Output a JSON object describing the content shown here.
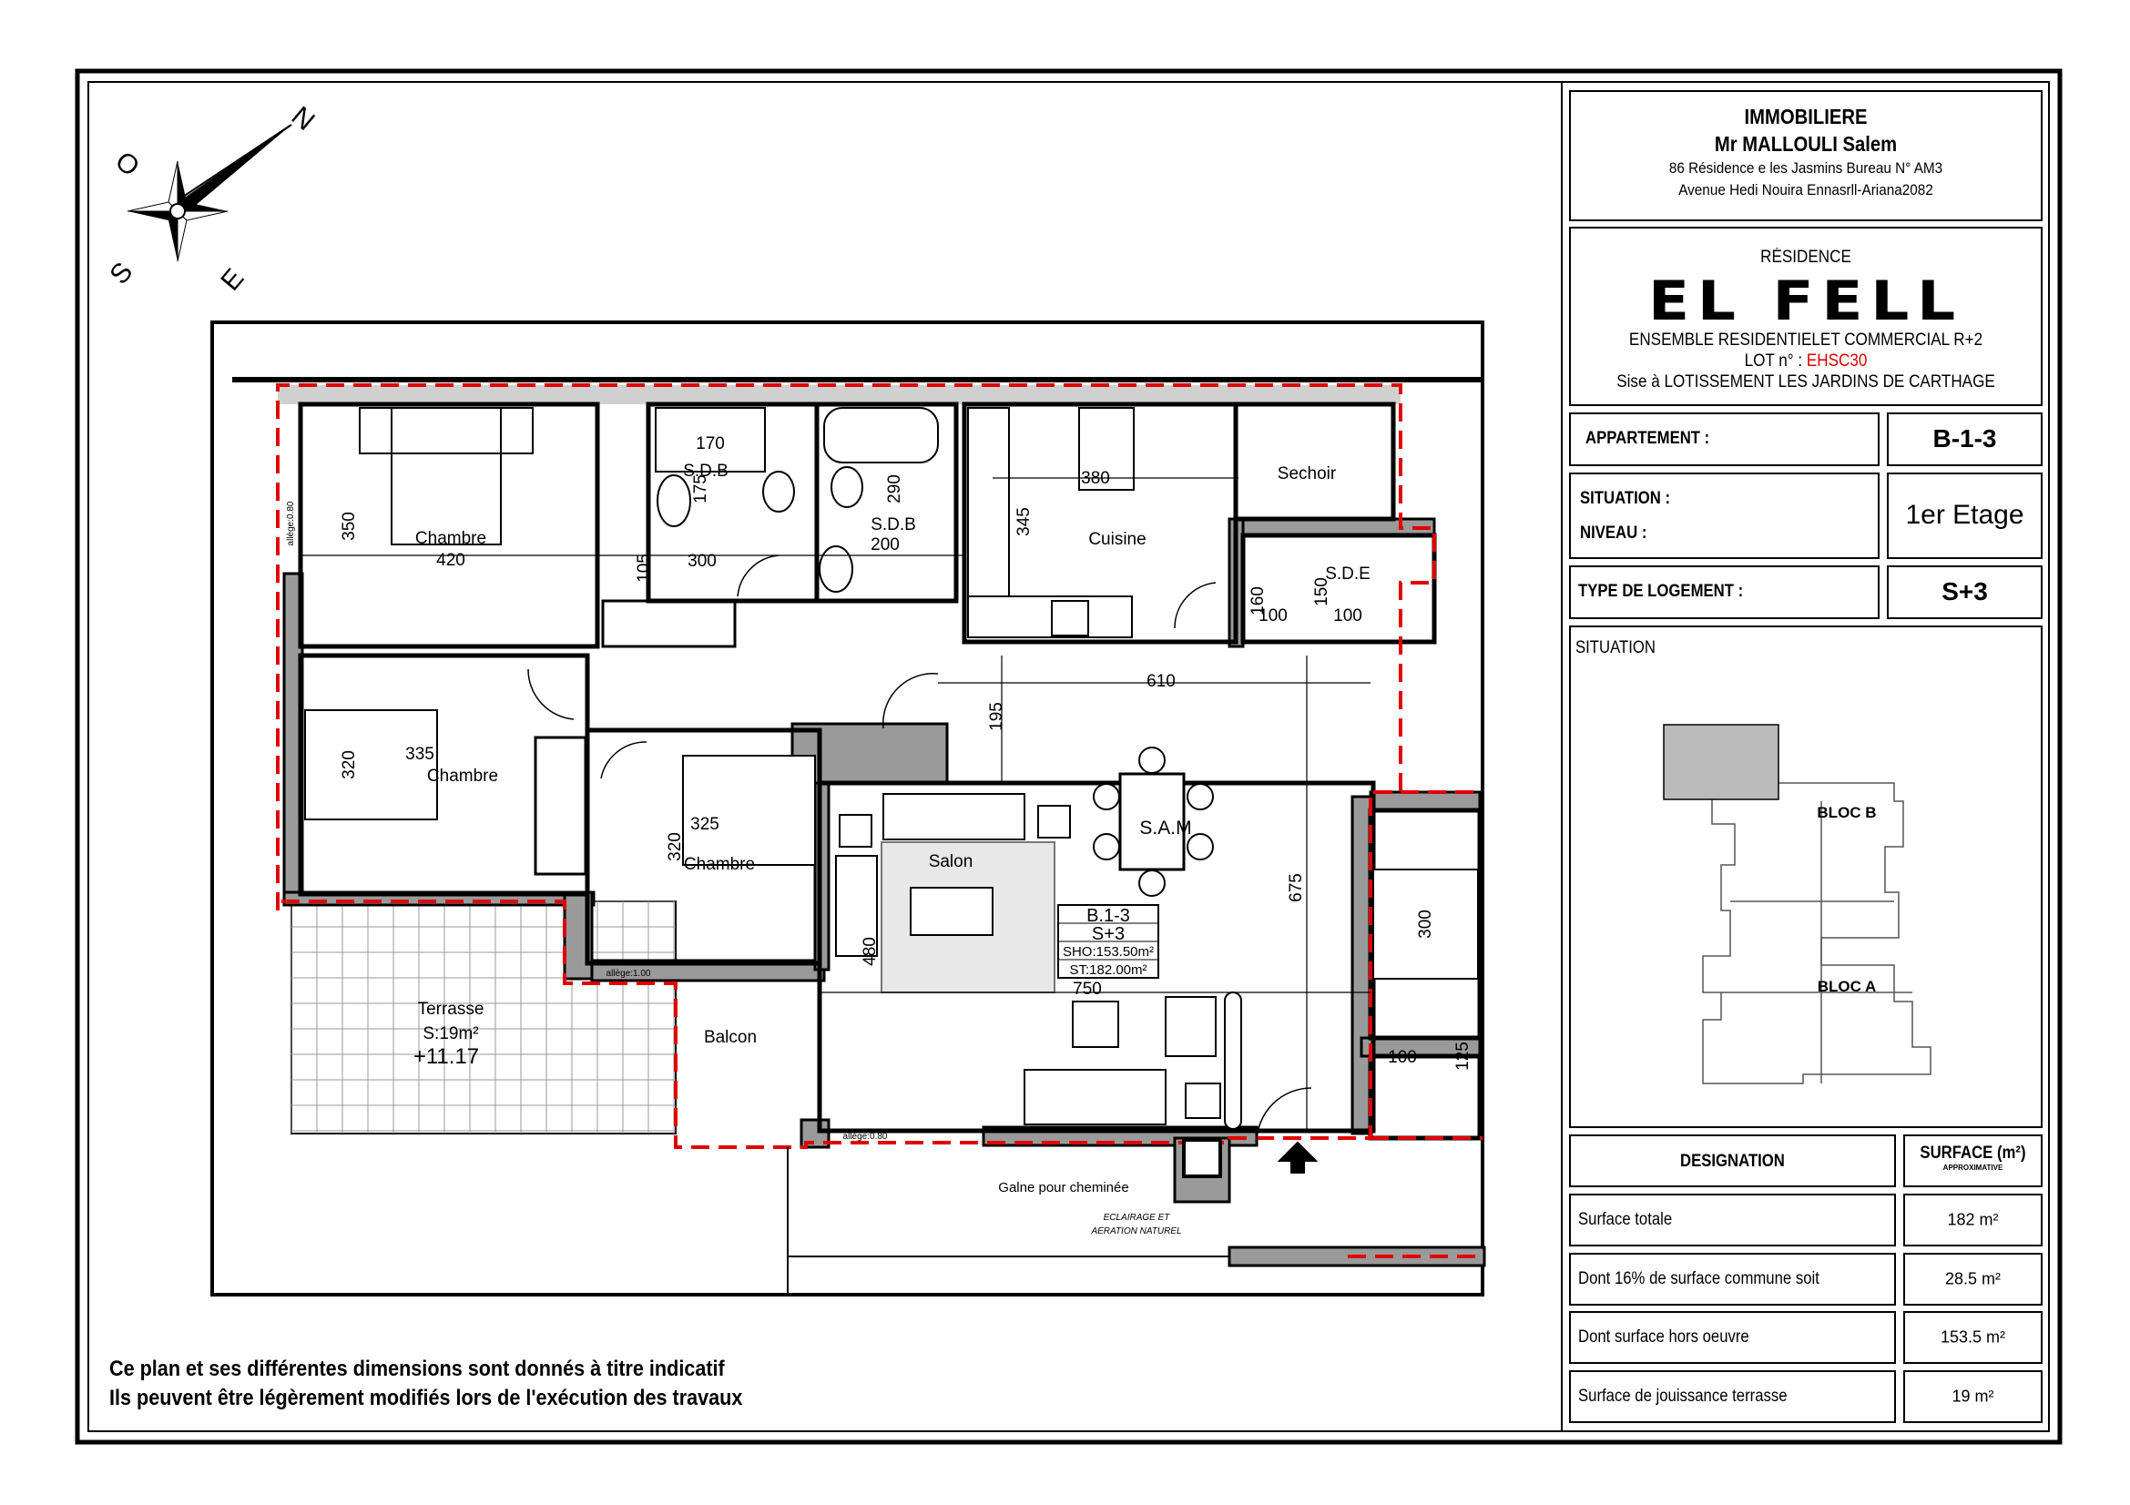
{
  "company": {
    "line1": "IMMOBILIERE",
    "line2": "Mr MALLOULI Salem",
    "address1": "86  Résidence e les Jasmins Bureau N° AM3",
    "address2": "Avenue Hedi Nouira Ennasrll-Ariana2082"
  },
  "project": {
    "kicker": "RÉSIDENCE",
    "name": "EL FELL",
    "subtitle": "ENSEMBLE RESIDENTIELET COMMERCIAL  R+2",
    "lot_label": "LOT n° : ",
    "lot_value": "EHSC30",
    "location": "Sise à  LOTISSEMENT  LES JARDINS DE CARTHAGE"
  },
  "info": {
    "appartement_label": "APPARTEMENT :",
    "appartement_value": "B-1-3",
    "situation_label": "SITUATION :",
    "niveau_label": "NIVEAU :",
    "niveau_value": "1er Etage",
    "type_label": "TYPE DE LOGEMENT :",
    "type_value": "S+3",
    "situation_map_label": "SITUATION",
    "bloc_b": "BLOC B",
    "bloc_a": "BLOC A"
  },
  "colors": {
    "accent_red": "#e00000",
    "wall_gray": "#9a9a9a"
  },
  "surface_table": {
    "header_designation": "DESIGNATION",
    "header_surface": "SURFACE (m²)",
    "header_surface_note": "APPROXIMATIVE",
    "rows": [
      {
        "label": "Surface totale",
        "value": "182 m²"
      },
      {
        "label": "Dont 16% de surface commune soit",
        "value": "28.5 m²"
      },
      {
        "label": "Dont surface hors oeuvre",
        "value": "153.5 m²"
      },
      {
        "label": "Surface de jouissance terrasse",
        "value": "19 m²"
      }
    ]
  },
  "footer": {
    "line1": "Ce plan et ses différentes dimensions sont donnés à titre indicatif",
    "line2": "Ils peuvent être légèrement modifiés lors de l'exécution des travaux"
  },
  "compass": {
    "n": "N",
    "o": "O",
    "s": "S",
    "e": "E"
  },
  "plan": {
    "chambre1": {
      "name": "Chambre",
      "width": "420",
      "depth": "350"
    },
    "sdb1": {
      "name": "S.D.B",
      "w": "170",
      "d": "175"
    },
    "sdb2": {
      "name": "S.D.B",
      "w": "200",
      "d": "290"
    },
    "corridor": {
      "a": "105",
      "b": "300"
    },
    "cuisine": {
      "name": "Cuisine",
      "w": "380",
      "d": "345"
    },
    "sechoir": {
      "name": "Sechoir"
    },
    "sde": {
      "name": "S.D.E",
      "d1": "160",
      "w1": "100",
      "d2": "150",
      "w2": "100"
    },
    "hall": {
      "w": "610",
      "d": "195"
    },
    "chambre2": {
      "name": "Chambre",
      "w": "335",
      "d": "320"
    },
    "chambre3": {
      "name": "Chambre",
      "w": "325",
      "d": "320"
    },
    "salon": {
      "name": "Salon",
      "d": "480",
      "w": "750",
      "d2": "675"
    },
    "sam": {
      "name": "S.A.M"
    },
    "unit_tag": {
      "id": "B.1-3",
      "type": "S+3",
      "sho": "SHO:153.50m²",
      "st": "ST:182.00m²"
    },
    "terrasse": {
      "name": "Terrasse",
      "area": "S:19m²",
      "level": "+11.17"
    },
    "balcon": {
      "name": "Balcon"
    },
    "gaine": "Galne pour cheminée",
    "eclairage1": "ECLAIRAGE ET",
    "eclairage2": "AERATION NATUREL",
    "allege_a": "allège:1.00",
    "allege_b": "allège:0.80",
    "allege_c": "allège:0.80",
    "neighbor": {
      "d": "300",
      "w": "100",
      "d2": "125"
    }
  }
}
